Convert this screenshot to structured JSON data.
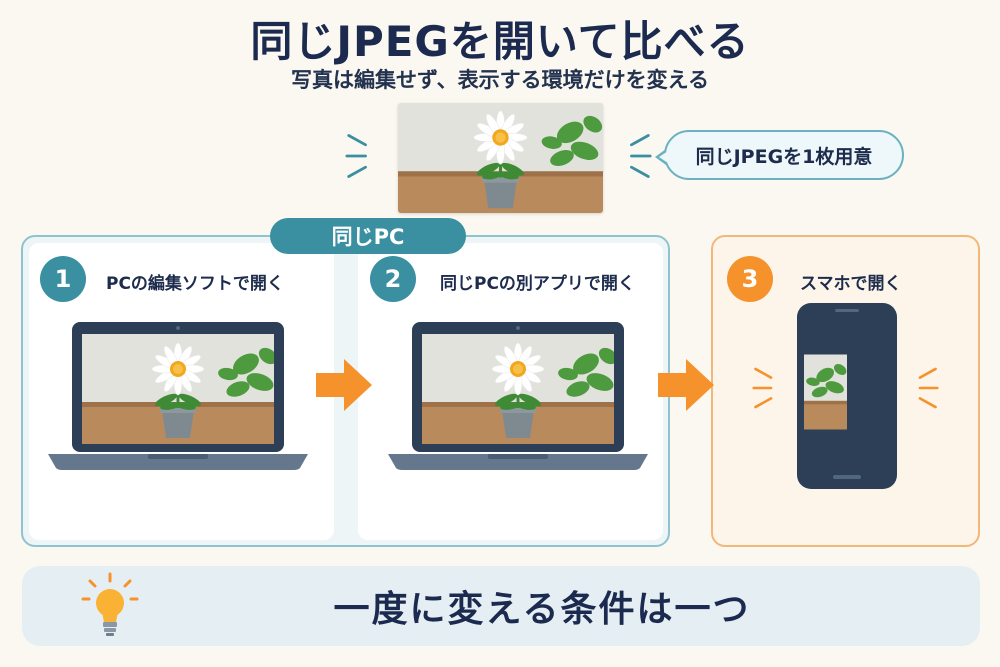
{
  "title": "同じJPEGを開いて比べる",
  "subtitle": "写真は編集せず、表示する環境だけを変える",
  "source_note": "同じJPEGを1枚用意",
  "group_label": "同じPC",
  "steps": [
    {
      "number": "1",
      "label": "PCの編集ソフトで開く",
      "device": "laptop"
    },
    {
      "number": "2",
      "label": "同じPCの別アプリで開く",
      "device": "laptop"
    },
    {
      "number": "3",
      "label": "スマホで開く",
      "device": "smartphone"
    }
  ],
  "bottom_message": "一度に変える条件は一つ",
  "icons": {
    "source": "sparkle-lines-icon",
    "arrow": "orange-arrow-icon",
    "tip": "lightbulb-icon"
  },
  "colors": {
    "title": "#1b2a4e",
    "teal": "#3a8fa1",
    "orange": "#f5922c",
    "step3_border": "#f2b879"
  }
}
